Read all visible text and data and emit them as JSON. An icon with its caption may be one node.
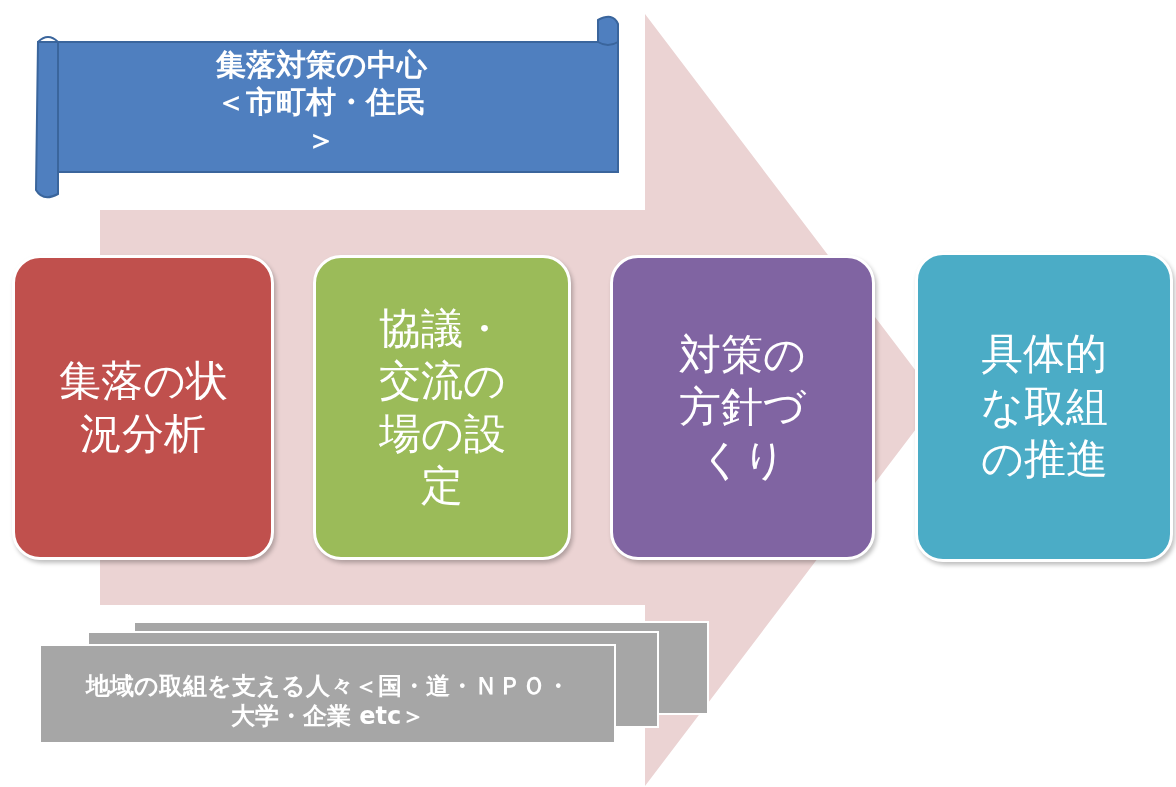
{
  "diagram": {
    "nodes": [
      {
        "text": [
          "集落対策の中心＜市町村・住民＞"
        ]
      },
      {
        "text": [
          "集落の状況分析"
        ]
      },
      {
        "text": [
          "協議・交流の場の設定"
        ]
      },
      {
        "text": [
          "対策の方針づくり"
        ]
      },
      {
        "text": [
          "具体的な取組の推進"
        ]
      },
      {
        "text": [
          "地域の取組を支える人々＜国・道・ＮＰＯ・大学・企業 etc＞"
        ]
      }
    ],
    "edges": [
      {
        "from": 1,
        "to": 4,
        "arrow": "to"
      }
    ]
  }
}
